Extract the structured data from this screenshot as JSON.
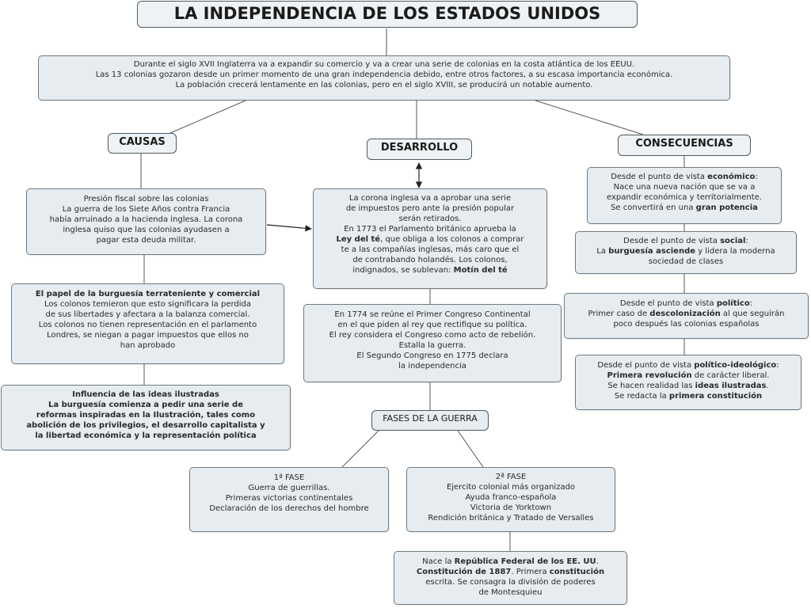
{
  "title": "LA INDEPENDENCIA DE LOS ESTADOS UNIDOS",
  "intro": [
    "Durante  el siglo XVII Inglaterra va a expandir su comercio y va a crear una serie de colonias en la costa atlántica de los EEUU.",
    "Las 13 colonias gozaron desde un primer momento de una gran independencia debido, entre otros factores, a su escasa importancia económica.",
    "La población crecerá lentamente en las colonias, pero en el siglo XVIII, se producirá un notable aumento."
  ],
  "headings": {
    "causas": "CAUSAS",
    "desarrollo": "DESARROLLO",
    "consecuencias": "CONSECUENCIAS",
    "fases": "FASES DE LA GUERRA"
  },
  "causas": {
    "fiscal": [
      "Presión fiscal sobre las colonias",
      "La guerra de los Siete Años contra Francia",
      "había arruinado a la hacienda inglesa. La corona",
      "inglesa quiso que las colonias ayudasen a",
      "pagar esta deuda militar."
    ],
    "burguesia_title": "El papel de la burguesía terrateniente y comercial",
    "burguesia": [
      "Los colonos temieron que esto significara la perdida",
      "de sus libertades y afectara a la balanza comercial.",
      "Los colonos no tienen representación en el parlamento",
      "Londres, se niegan a pagar impuestos que ellos no",
      "han aprobado"
    ],
    "ilustradas_title": "Influencia de las ideas ilustradas",
    "ilustradas": [
      "La burguesía comienza a pedir una serie de",
      "reformas inspiradas en la Ilustración, tales como",
      "abolición de los privilegios, el desarrollo capitalista y",
      "la libertad económica y la representación política"
    ]
  },
  "desarrollo": {
    "impuestos": {
      "l1": "La corona inglesa va a aprobar una serie",
      "l2": "de impuestos pero ante la presión popular",
      "l3": "serán retirados.",
      "l4": "En 1773 el Parlamento británico aprueba la",
      "l5_bold": "Ley del té",
      "l5_rest": ", que obliga a los colonos a comprar",
      "l6": "te a las compañías inglesas, más caro que el",
      "l7": "de contrabando holandés. Los colonos,",
      "l8": "indignados, se sublevan: ",
      "l8_bold": "Motín del té"
    },
    "congreso": [
      "En 1774 se reúne el Primer Congreso Continental",
      "en el que piden al rey que rectifique su política.",
      "El rey considera el Congreso como acto de rebelión.",
      "Estalla la guerra.",
      "El Segundo Congreso en 1775 declara",
      "la independencia"
    ],
    "fase1": [
      "1ª FASE",
      "Guerra de guerrillas.",
      "Primeras victorias continentales",
      "Declaración de los derechos del hombre"
    ],
    "fase2": [
      "2ª FASE",
      "Ejercito colonial más organizado",
      "Ayuda franco-española",
      "Victoria de Yorktown",
      "Rendición británica y Tratado de Versalles"
    ],
    "republica": {
      "a1": "Nace la ",
      "b1": "República Federal de los EE. UU",
      "a1end": ".",
      "b2": "Constitución de 1887",
      "a2": ". Primera ",
      "b3": "constitución",
      "l3": "escrita. Se consagra la división de poderes",
      "l4": "de Montesquieu"
    }
  },
  "consecuencias": {
    "economico": {
      "a1": "Desde el punto de vista ",
      "b1": "económico",
      "a1end": ":",
      "l2": "Nace una nueva nación que se va a",
      "l3": "expandir económica y territorialmente.",
      "a4": "Se convertirá en una ",
      "b4": "gran potencia"
    },
    "social": {
      "a1": "Desde el punto de vista ",
      "b1": "social",
      "a1end": ":",
      "a2": "La ",
      "b2": "burguesía asciende",
      "a2end": " y lidera la moderna",
      "l3": "sociedad de clases"
    },
    "politico": {
      "a1": "Desde el punto de vista ",
      "b1": "político",
      "a1end": ":",
      "a2": "Primer caso de ",
      "b2": "descolonización",
      "a2end": " al que seguirán",
      "l3": "poco después las colonias españolas"
    },
    "ideologico": {
      "a1": "Desde el punto de vista ",
      "b1": "político-ideológico",
      "a1end": ":",
      "b2": "Primera revolución",
      "a2end": " de carácter liberal.",
      "a3": "Se hacen realidad las ",
      "b3": "ideas ilustradas",
      "a3end": ".",
      "a4": "Se redacta la ",
      "b4": "primera constitución"
    }
  },
  "colors": {
    "node_fill": "#e6ecef",
    "node_border": "#6e7b82",
    "connector": "#555555"
  }
}
